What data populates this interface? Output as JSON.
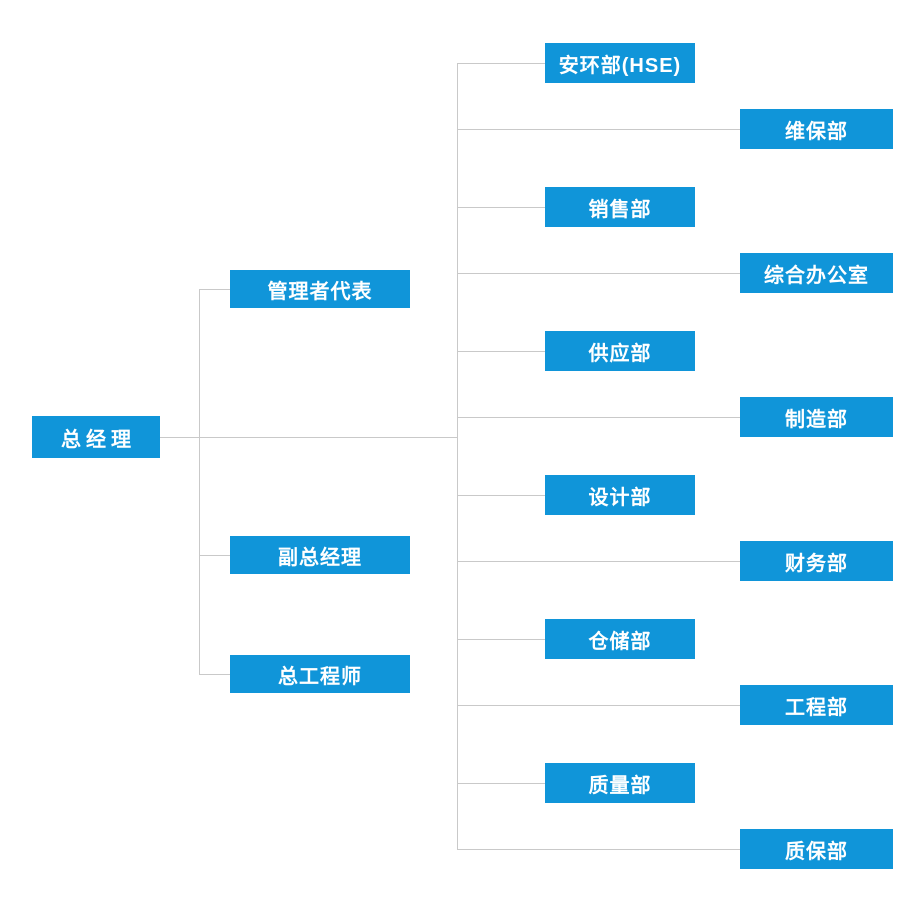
{
  "colors": {
    "background": "#ffffff",
    "node_bg": "#1095d9",
    "node_text": "#ffffff",
    "connector": "#c9c9c9"
  },
  "diagram": {
    "type": "org-chart",
    "root": {
      "label": "总经理"
    },
    "management": [
      {
        "label": "管理者代表"
      },
      {
        "label": "副总经理"
      },
      {
        "label": "总工程师"
      }
    ],
    "departments_inner": [
      {
        "label": "安环部(HSE)"
      },
      {
        "label": "销售部"
      },
      {
        "label": "供应部"
      },
      {
        "label": "设计部"
      },
      {
        "label": "仓储部"
      },
      {
        "label": "质量部"
      }
    ],
    "departments_outer": [
      {
        "label": "维保部"
      },
      {
        "label": "综合办公室"
      },
      {
        "label": "制造部"
      },
      {
        "label": "财务部"
      },
      {
        "label": "工程部"
      },
      {
        "label": "质保部"
      }
    ]
  }
}
